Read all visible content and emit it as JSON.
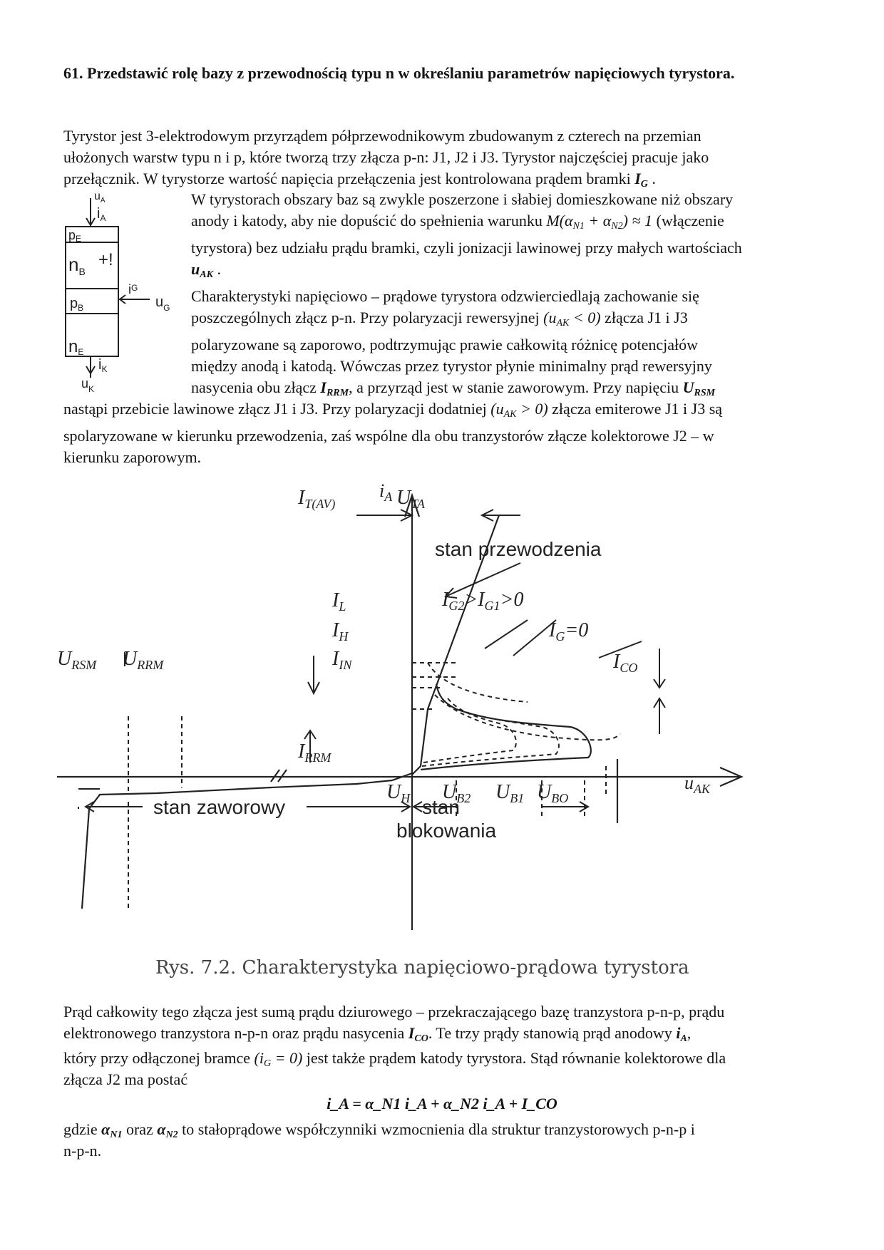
{
  "heading": "61. Przedstawić rolę bazy z przewodnością typu n w określaniu parametrów napięciowych tyrystora.",
  "para1": {
    "line1": "Tyrystor jest 3-elektrodowym przyrządem półprzewodnikowym zbudowanym z czterech na przemian",
    "line2": "ułożonych warstw typu n i p, które tworzą trzy złącza p-n: J1, J2 i J3. Tyrystor najczęściej pracuje jako",
    "line3": "przełącznik. W tyrystorze wartość napięcia przełączenia jest kontrolowana prądem bramki",
    "ig": "I",
    "ig_sub": "G",
    "end": "."
  },
  "para2": {
    "l1": "W tyrystorach obszary baz są zwykle poszerzone i słabiej domieszkowane niż obszary",
    "l2a": "anody i katody, aby nie dopuścić do spełnienia warunku",
    "cond": "M(α",
    "cond_sub1": "N1",
    "cond_mid": " + α",
    "cond_sub2": "N2",
    "cond_end": ") ≈ 1",
    "l2b": "(włączenie",
    "l3": "tyrystora) bez udziału prądu bramki, czyli jonizacji lawinowej przy małych wartościach",
    "uak": "u",
    "uak_sub": "AK",
    "uak_end": "."
  },
  "para3": {
    "l1": "Charakterystyki napięciowo – prądowe tyrystora odzwierciedlają zachowanie się",
    "l2a": "poszczególnych złącz p-n. Przy polaryzacji rewersyjnej",
    "cond": "(u",
    "cond_sub": "AK",
    "cond_end": " < 0)",
    "l2b": "złącza J1 i J3",
    "l3": "polaryzowane są zaporowo, podtrzymując prawie całkowitą różnicę potencjałów",
    "l4": "między anodą i katodą. Wówczas przez tyrystor płynie minimalny prąd rewersyjny",
    "l5a": "nasycenia obu złącz",
    "irrm": "I",
    "irrm_sub": "RRM",
    "l5b": ", a przyrząd jest w stanie zaworowym. Przy napięciu",
    "ursm": "U",
    "ursm_sub": "RSM",
    "l6a": "nastąpi przebicie lawinowe złącz J1 i J3. Przy polaryzacji dodatniej",
    "cond2": "(u",
    "cond2_sub": "AK",
    "cond2_end": " > 0)",
    "l6b": "złącza emiterowe J1 i J3 są",
    "l7": "spolaryzowane w kierunku przewodzenia, zaś wspólne dla obu tranzystorów złącze kolektorowe J2 – w",
    "l8": "kierunku zaporowym."
  },
  "thyristor_diagram": {
    "ua": "u",
    "ua_sub": "A",
    "ia": "i",
    "ia_sub": "A",
    "layer_pe": "p",
    "layer_pe_sub": "E",
    "layer_nb": "n",
    "layer_nb_sub": "B",
    "layer_nb_mark": "+!",
    "layer_pb": "p",
    "layer_pb_sub": "B",
    "layer_ne": "n",
    "layer_ne_sub": "E",
    "ig": "i",
    "ig_sub": "G",
    "ug": "u",
    "ug_sub": "G",
    "ik": "i",
    "ik_sub": "K",
    "uk": "u",
    "uk_sub": "K"
  },
  "figure": {
    "ia_axis": "i",
    "ia_axis_sub": "A",
    "uak_axis": "u",
    "uak_axis_sub": "AK",
    "it_av": "I",
    "it_av_sub": "T(AV)",
    "uta": "U",
    "uta_sub": "TA",
    "stan_przewodzenia": "stan  przewodzenia",
    "il": "I",
    "il_sub": "L",
    "ih": "I",
    "ih_sub": "H",
    "in": "I",
    "in_sub": "IN",
    "ig_rel": "I",
    "ig_rel_sub1": "G2",
    "ig_rel_mid": ">I",
    "ig_rel_sub2": "G1",
    "ig_rel_end": ">0",
    "ig0": "I",
    "ig0_sub": "G",
    "ig0_end": "=0",
    "ico": "I",
    "ico_sub": "CO",
    "ursm": "U",
    "ursm_sub": "RSM",
    "urrm": "U",
    "urrm_sub": "RRM",
    "uh": "U",
    "uh_sub": "H",
    "ub2": "U",
    "ub2_sub": "B2",
    "ub1": "U",
    "ub1_sub": "B1",
    "ubo": "U",
    "ubo_sub": "BO",
    "irrm": "I",
    "irrm_sub": "RRM",
    "stan_zaworowy": "stan zaworowy",
    "stan_blokowania_1": "stan",
    "stan_blokowania_2": "blokowania",
    "caption": "Rys. 7.2. Charakterystyka napięciowo-prądowa tyrystora"
  },
  "para4": {
    "l1": "Prąd całkowity tego złącza jest sumą prądu dziurowego – przekraczającego bazę tranzystora p-n-p, prądu",
    "l2a": "elektronowego tranzystora n-p-n oraz prądu nasycenia",
    "ico": "I",
    "ico_sub": "CO",
    "l2b": ". Te trzy prądy stanowią prąd anodowy",
    "ia": "i",
    "ia_sub": "A",
    "l2c": ",",
    "l3a": "który przy odłączonej bramce",
    "cond": "(i",
    "cond_sub": "G",
    "cond_end": " = 0)",
    "l3b": "jest także prądem katody tyrystora. Stąd równanie kolektorowe dla",
    "l4": "złącza J2 ma postać"
  },
  "formula": "i_A = α_N1 i_A + α_N2 i_A + I_CO",
  "para5": {
    "l1a": "gdzie",
    "a1": "α",
    "a1_sub": "N1",
    "l1b": "oraz",
    "a2": "α",
    "a2_sub": "N2",
    "l1c": "to stałoprądowe współczynniki wzmocnienia dla struktur tranzystorowych p-n-p i",
    "l2": "n-p-n."
  }
}
